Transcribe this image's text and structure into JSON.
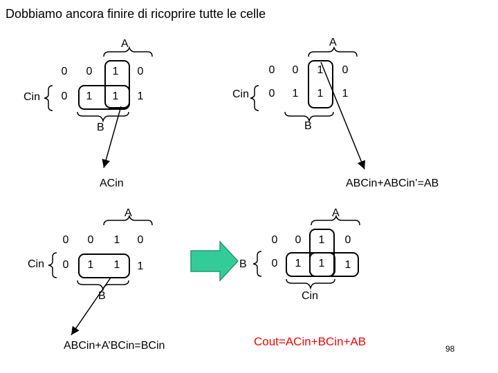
{
  "slide": {
    "title": "Dobbiamo ancora finire di ricoprire tutte le celle",
    "page_number": "98"
  },
  "maps": [
    {
      "top_label": "A",
      "left_label": "Cin",
      "bottom_label": "B",
      "rows": [
        [
          "0",
          "0",
          "1",
          "0"
        ],
        [
          "0",
          "1",
          "1",
          "1"
        ]
      ],
      "formula": "ACin"
    },
    {
      "top_label": "A",
      "left_label": "Cin",
      "bottom_label": "B",
      "rows": [
        [
          "0",
          "0",
          "1",
          "0"
        ],
        [
          "0",
          "1",
          "1",
          "1"
        ]
      ],
      "formula": "ABCin+ABCin’=AB"
    },
    {
      "top_label": "A",
      "left_label": "Cin",
      "bottom_label": "B",
      "rows": [
        [
          "0",
          "0",
          "1",
          "0"
        ],
        [
          "0",
          "1",
          "1",
          "1"
        ]
      ],
      "formula": "ABCin+A’BCin=BCin"
    },
    {
      "top_label": "A",
      "left_label": "B",
      "bottom_label": "Cin",
      "rows": [
        [
          "0",
          "0",
          "1",
          "0"
        ],
        [
          "0",
          "1",
          "1",
          "1"
        ]
      ],
      "result": "Cout=ACin+BCin+AB"
    }
  ],
  "colors": {
    "arrow_fill": "#33cc99",
    "result_text": "#ff0000"
  }
}
